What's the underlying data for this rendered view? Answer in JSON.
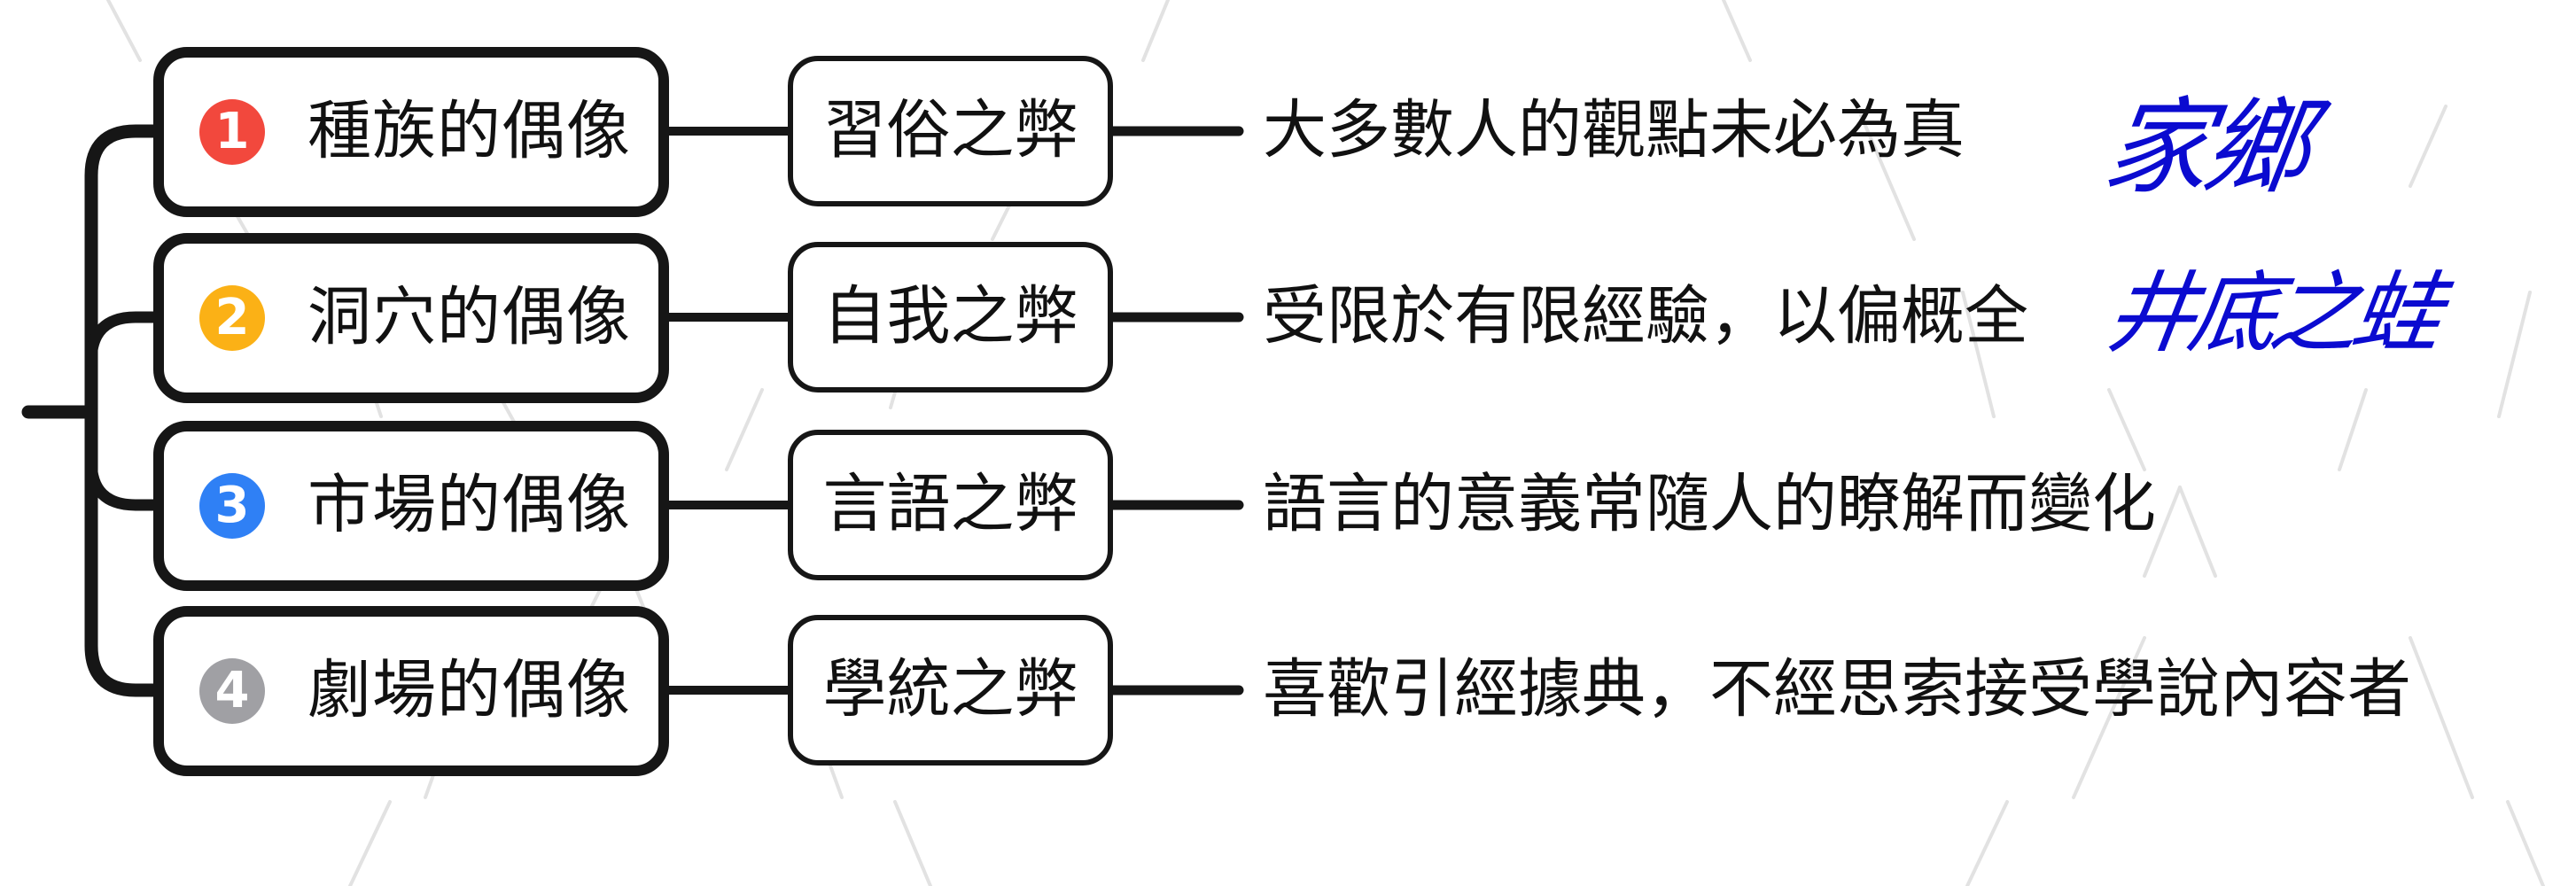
{
  "title": "培根四偶像",
  "colors": {
    "line": "#161616",
    "handwriting": "#0b0bd0",
    "watermark": "#e2e2e2"
  },
  "idols": [
    {
      "number": "1",
      "badge_color": "#f2483d",
      "name": "種族的偶像",
      "flaw": "習俗之弊",
      "description": "大多數人的觀點未必為真"
    },
    {
      "number": "2",
      "badge_color": "#fbb116",
      "name": "洞穴的偶像",
      "flaw": "自我之弊",
      "description": "受限於有限經驗，以偏概全"
    },
    {
      "number": "3",
      "badge_color": "#2f80f5",
      "name": "市場的偶像",
      "flaw": "言語之弊",
      "description": "語言的意義常隨人的瞭解而變化"
    },
    {
      "number": "4",
      "badge_color": "#a0a0a4",
      "name": "劇場的偶像",
      "flaw": "學統之弊",
      "description": "喜歡引經據典，不經思索接受學說內容者"
    }
  ],
  "handwritten_notes": [
    {
      "text": "家鄉",
      "attached_to": "種族的偶像"
    },
    {
      "text": "井底之蛙",
      "attached_to": "洞穴的偶像"
    }
  ]
}
